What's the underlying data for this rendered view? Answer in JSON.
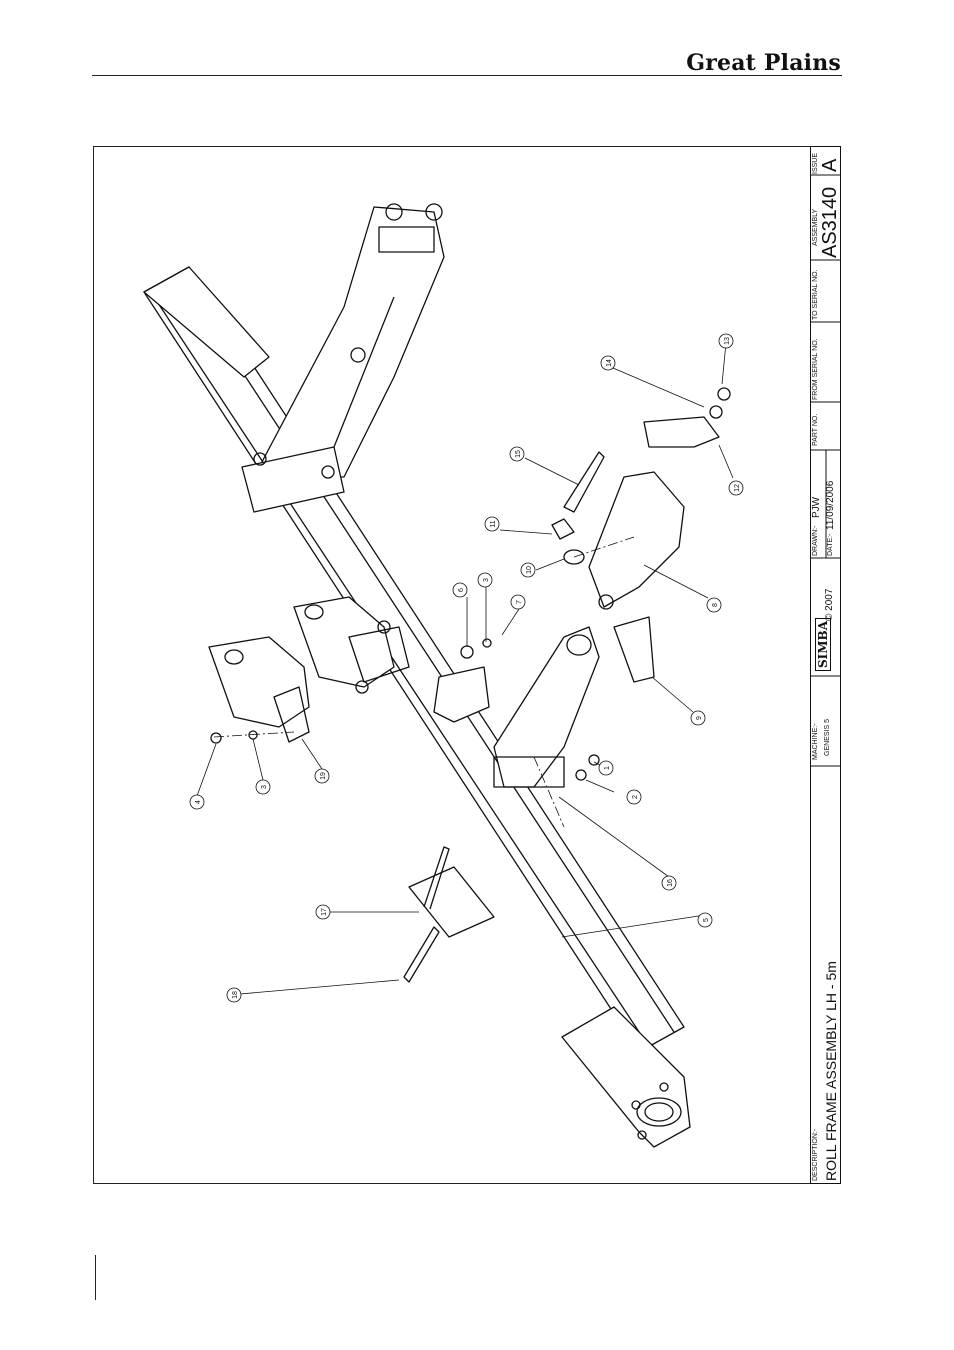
{
  "header": {
    "brand": "Great Plains"
  },
  "title_block": {
    "description_label": "DESCRIPTION:-",
    "description": "ROLL FRAME ASSEMBLY LH - 5m",
    "machine_label": "MACHINE:-",
    "machine": "GENESIS 5",
    "logo": "SIMBA",
    "copyright": "© 2007",
    "drawn_label": "DRAWN:-",
    "drawn": "PJW",
    "date_label": "DATE:-",
    "date": "11/09/2006",
    "part_no_label": "PART NO.",
    "from_serial_label": "FROM SERIAL NO.",
    "to_serial_label": "TO SERIAL NO.",
    "assembly_label": "ASSEMBLY",
    "assembly": "AS3140",
    "issue_label": "ISSUE",
    "issue": "A"
  },
  "callouts": [
    "1",
    "2",
    "3",
    "3",
    "4",
    "5",
    "6",
    "7",
    "8",
    "9",
    "10",
    "11",
    "12",
    "13",
    "14",
    "15",
    "16",
    "17",
    "18",
    "19"
  ]
}
